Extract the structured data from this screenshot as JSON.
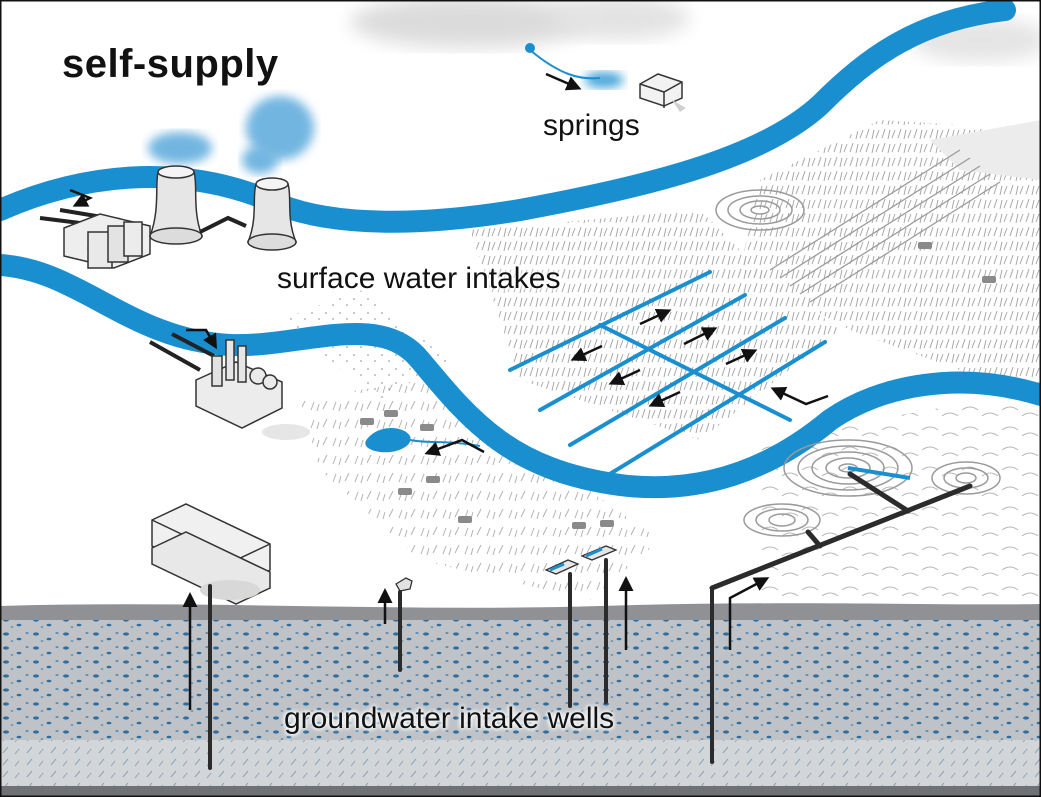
{
  "title": "self-supply",
  "labels": {
    "springs": "springs",
    "surface_water_intakes": "surface water intakes",
    "groundwater_intake_wells": "groundwater intake wells"
  },
  "colors": {
    "water": "#1a8fcf",
    "pipe": "#2b2b2b",
    "aquifer": "#bfc3c7",
    "aquifer_stone": "#2f6e9e",
    "soil": "#8f9194",
    "bedrock": "#d3d6d9",
    "steam": "#5aa9dc",
    "cloud": "#dadada"
  },
  "icons": {
    "springs": "spring-house-icon",
    "power_plant": "cooling-towers-icon",
    "factory": "factory-icon",
    "livestock": "cow-icon",
    "irrigation": "center-pivot-icon",
    "supply_building": "commercial-building-icon"
  }
}
